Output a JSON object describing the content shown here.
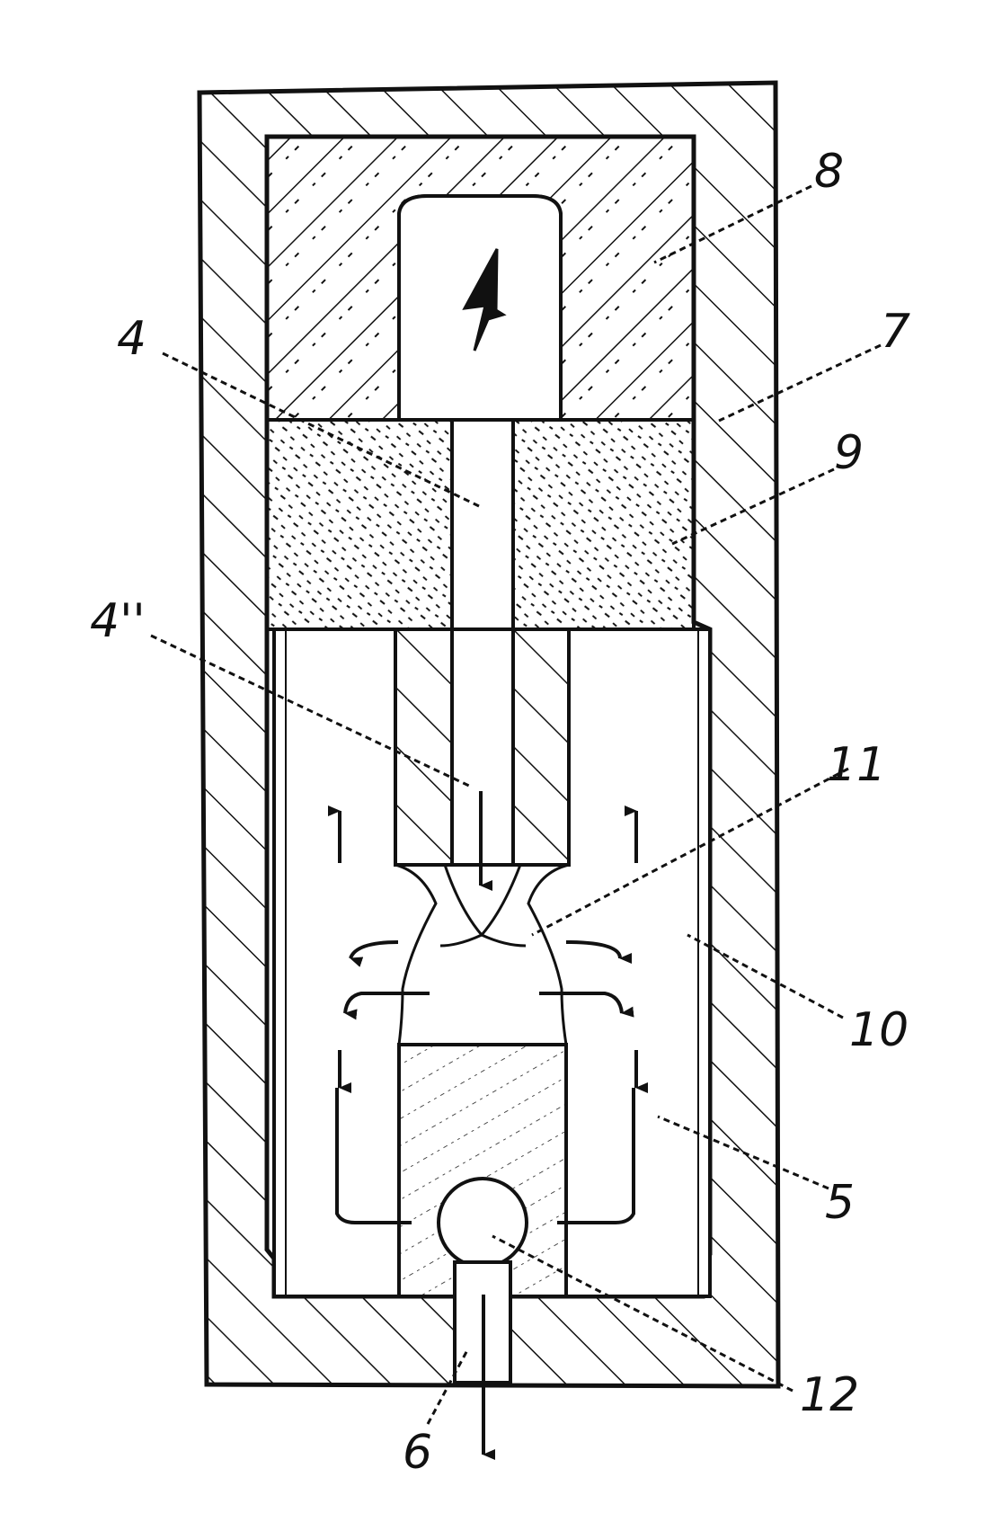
{
  "figure": {
    "labels": {
      "electrode_channel": "4",
      "nozzle_outlet": "4''",
      "annular_chamber": "5",
      "outlet_channel": "6",
      "outer_housing": "7",
      "upper_insulator": "8",
      "middle_insulator": "9",
      "inner_wall": "10",
      "throat": "11",
      "valve_ball": "12"
    },
    "colors": {
      "line": "#111111",
      "background": "#ffffff"
    },
    "icons": {
      "electrode_symbol": "lightning-bolt-icon"
    }
  }
}
